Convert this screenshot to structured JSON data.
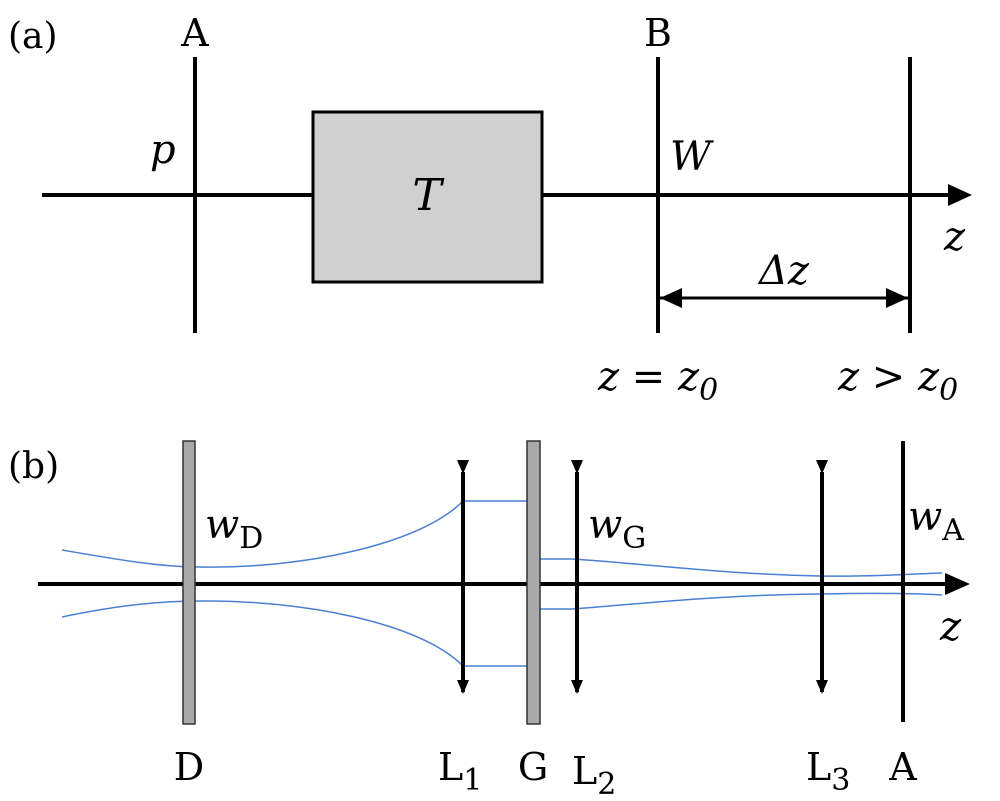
{
  "panel_a": {
    "label": "(a)",
    "plane_A": "A",
    "plane_B": "B",
    "input_symbol": "p",
    "box_symbol": "T",
    "output_symbol": "W",
    "axis_symbol": "z",
    "delta_symbol": "Δz",
    "cond_left_main": "z = z",
    "cond_left_sub": "0",
    "cond_right_main": "z > z",
    "cond_right_sub": "0",
    "box_fill": "#d0d0d0"
  },
  "panel_b": {
    "label": "(b)",
    "axis_symbol": "z",
    "beam_color": "#4a7fd4",
    "plate_fill": "#a9a9a9",
    "wD_main": "w",
    "wD_sub": "D",
    "wG_main": "w",
    "wG_sub": "G",
    "wA_main": "w",
    "wA_sub": "A",
    "label_D": "D",
    "label_L1_main": "L",
    "label_L1_sub": "1",
    "label_G": "G",
    "label_L2_main": "L",
    "label_L2_sub": "2",
    "label_L3_main": "L",
    "label_L3_sub": "3",
    "label_A": "A"
  }
}
